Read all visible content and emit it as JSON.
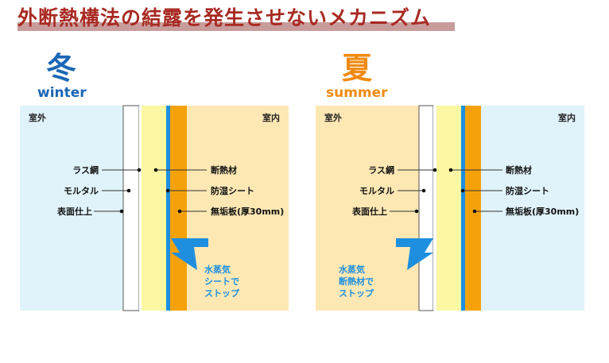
{
  "title": "外断熱構法の結露を発生させないメカニズム",
  "colors": {
    "title": "#a82a22",
    "winter": "#1b66b6",
    "summer": "#f08a12",
    "sky": "#e0f3fb",
    "beige": "#fde8b4",
    "insulation": "#fbf7a2",
    "sheet": "#1e8fde",
    "board": "#f5a20a",
    "arrow": "#1e8fde"
  },
  "winter": {
    "kanji": "冬",
    "en": "winter",
    "left_label": "室外",
    "right_label": "室内",
    "labels_left": [
      "ラス網",
      "モルタル",
      "表面仕上"
    ],
    "labels_right": [
      "断熱材",
      "防湿シート",
      "無垢板(厚30mm)"
    ],
    "note": [
      "水蒸気",
      "シートで",
      "ストップ"
    ]
  },
  "summer": {
    "kanji": "夏",
    "en": "summer",
    "left_label": "室外",
    "right_label": "室内",
    "labels_left": [
      "ラス網",
      "モルタル",
      "表面仕上"
    ],
    "labels_right": [
      "断熱材",
      "防湿シート",
      "無垢板(厚30mm)"
    ],
    "note": [
      "水蒸気",
      "断熱材で",
      "ストップ"
    ]
  }
}
